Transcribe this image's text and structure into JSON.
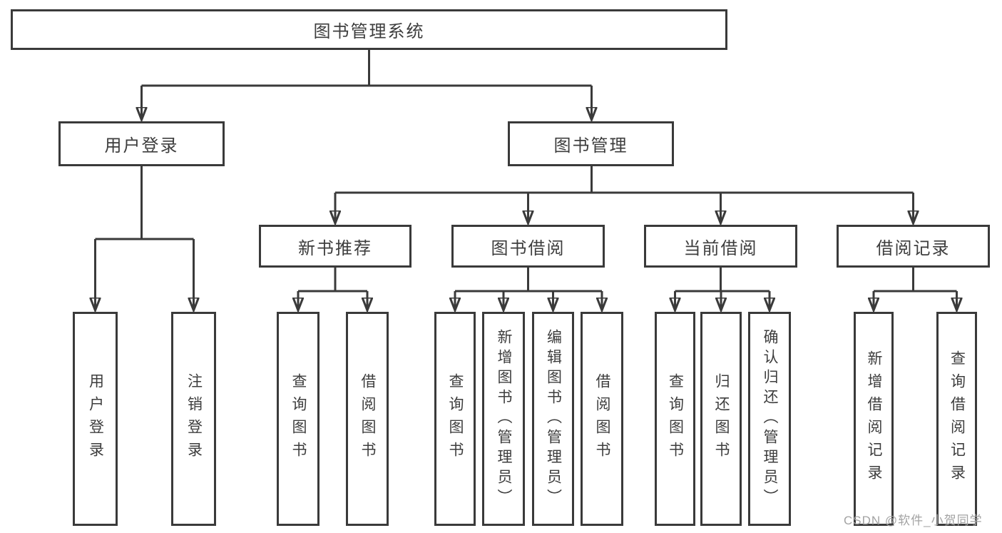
{
  "diagram": {
    "title": "图书管理系统",
    "colors": {
      "line": "#3a3a3a",
      "box_border": "#3a3a3a",
      "text": "#3d3d3d",
      "watermark": "#a3a3a3",
      "background": "#ffffff"
    },
    "tree": {
      "label": "图书管理系统",
      "children": [
        {
          "label": "用户登录",
          "children": [
            {
              "label": "用户登录"
            },
            {
              "label": "注销登录"
            }
          ]
        },
        {
          "label": "图书管理",
          "children": [
            {
              "label": "新书推荐",
              "children": [
                {
                  "label": "查询图书"
                },
                {
                  "label": "借阅图书"
                }
              ]
            },
            {
              "label": "图书借阅",
              "children": [
                {
                  "label": "查询图书"
                },
                {
                  "label": "新增图书（管理员）"
                },
                {
                  "label": "编辑图书（管理员）"
                },
                {
                  "label": "借阅图书"
                }
              ]
            },
            {
              "label": "当前借阅",
              "children": [
                {
                  "label": "查询图书"
                },
                {
                  "label": "归还图书"
                },
                {
                  "label": "确认归还（管理员）"
                }
              ]
            },
            {
              "label": "借阅记录",
              "children": [
                {
                  "label": "新增借阅记录"
                },
                {
                  "label": "查询借阅记录"
                }
              ]
            }
          ]
        }
      ]
    },
    "watermark": {
      "text": "CSDN @软件_小贺同学"
    }
  }
}
